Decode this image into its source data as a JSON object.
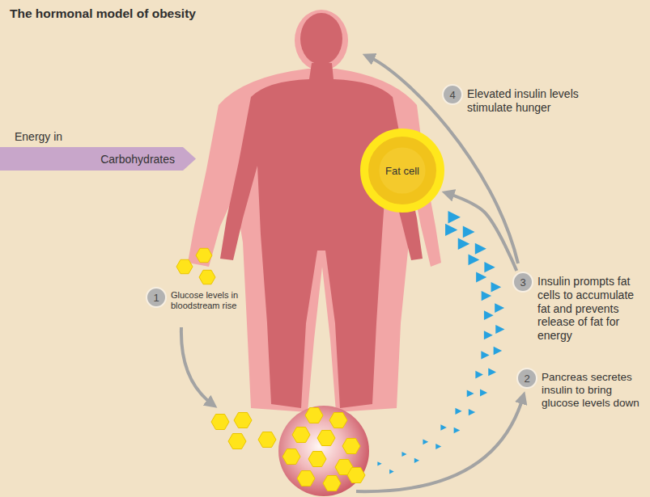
{
  "diagram": {
    "title": "The hormonal model of obesity",
    "nodes": [
      {
        "text": [
          "4",
          "Elevated insulin levels stimulate hunger"
        ]
      },
      {
        "text": [
          "Carbohydrates"
        ]
      },
      {
        "text": [
          "Fat cell"
        ]
      },
      {
        "text": [
          "1",
          "Glucose levels in bloodstream rise"
        ]
      },
      {
        "text": [
          "3",
          "Insulin prompts fat cells to accumulate fat and prevents release of fat for energy"
        ]
      },
      {
        "text": [
          "2",
          "Pancreas secretes insulin to bring glucose levels down"
        ]
      }
    ],
    "edges": [
      {
        "from": 4,
        "to": 2,
        "arrow": "to"
      }
    ],
    "labels": [
      "Energy in"
    ]
  }
}
